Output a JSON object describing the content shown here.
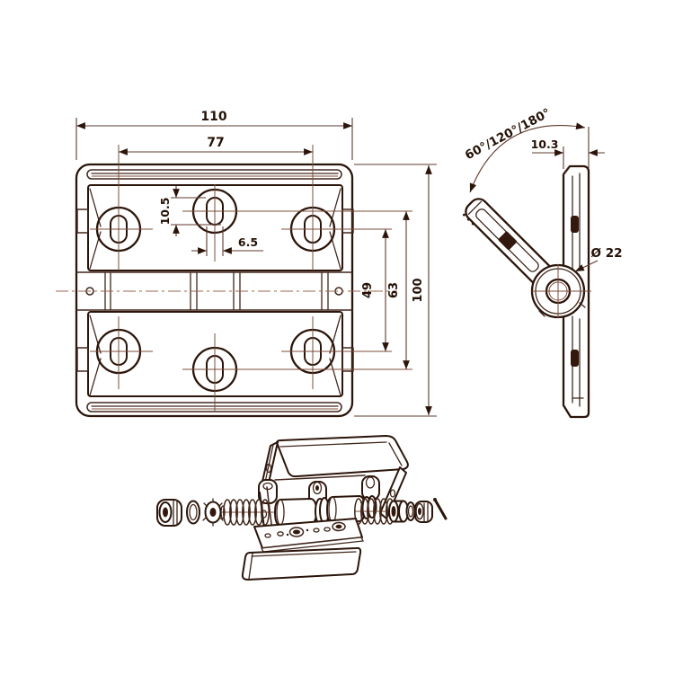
{
  "drawing_type": "hinge engineering drawing",
  "front_view": {
    "dims": {
      "overall_width": "110",
      "hole_spacing_width": "77",
      "center_slot_length": "10.5",
      "center_slot_width": "6.5",
      "outer_hole_row_spacing": "49",
      "center_hole_row_spacing": "63",
      "overall_height": "100"
    }
  },
  "side_view": {
    "dims": {
      "opening_angles": "60°/120°/180°",
      "leaf_thickness": "10.3",
      "knuckle_diameter": "Ø 22"
    }
  },
  "colors": {
    "background": "#ffffff",
    "outline_dark": "#2b150a",
    "thin_line": "#7c4c3a",
    "dimension_line": "#5f3a2c",
    "text": "#241106"
  }
}
